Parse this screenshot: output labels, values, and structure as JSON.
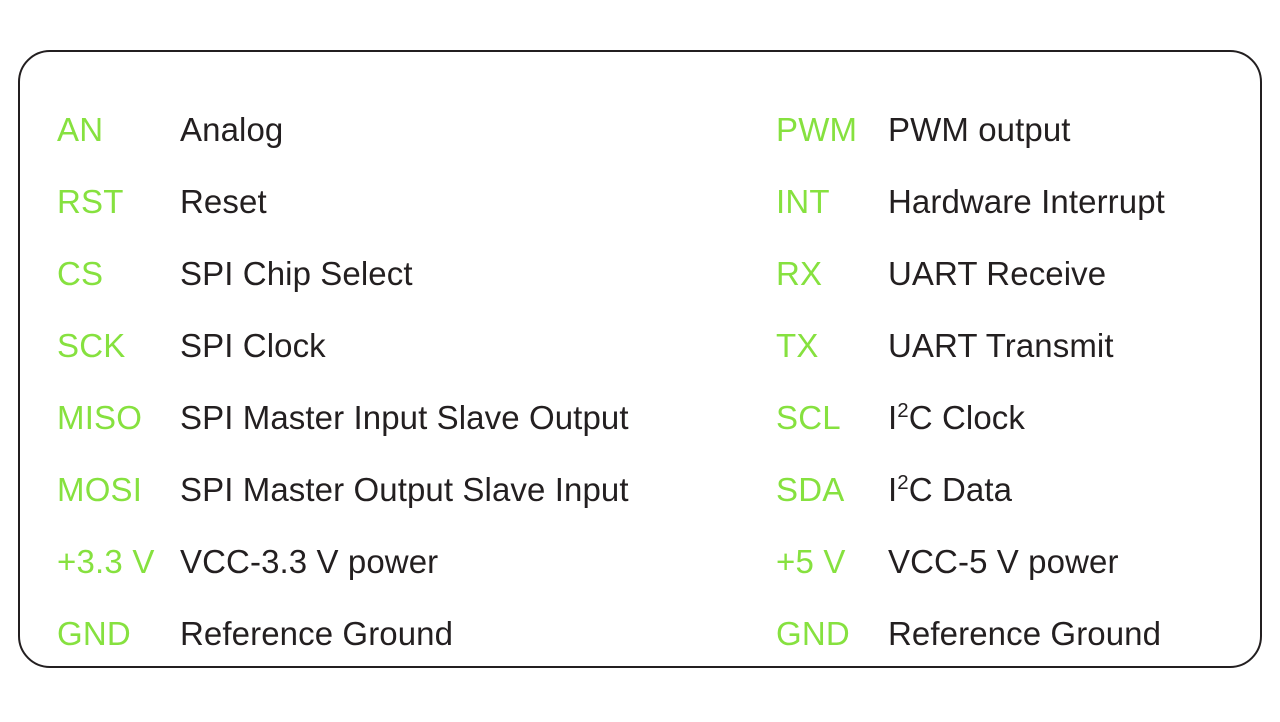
{
  "card": {
    "accent_color": "#86e13f",
    "text_color": "#231f20",
    "border_color": "#231f20",
    "background_color": "#ffffff"
  },
  "columns": [
    {
      "id": "left",
      "rows": [
        {
          "pin": "AN",
          "desc": "Analog"
        },
        {
          "pin": "RST",
          "desc": "Reset"
        },
        {
          "pin": "CS",
          "desc": "SPI Chip Select"
        },
        {
          "pin": "SCK",
          "desc": "SPI Clock"
        },
        {
          "pin": "MISO",
          "desc": "SPI Master Input Slave Output"
        },
        {
          "pin": "MOSI",
          "desc": "SPI Master Output Slave Input"
        },
        {
          "pin": "+3.3 V",
          "desc": "VCC-3.3 V power"
        },
        {
          "pin": "GND",
          "desc": "Reference Ground"
        }
      ]
    },
    {
      "id": "right",
      "rows": [
        {
          "pin": "PWM",
          "desc": "PWM output"
        },
        {
          "pin": "INT",
          "desc": "Hardware Interrupt"
        },
        {
          "pin": "RX",
          "desc": "UART Receive"
        },
        {
          "pin": "TX",
          "desc": "UART Transmit"
        },
        {
          "pin": "SCL",
          "desc_pre": "I",
          "desc_sup": "2",
          "desc_post": "C Clock"
        },
        {
          "pin": "SDA",
          "desc_pre": "I",
          "desc_sup": "2",
          "desc_post": "C Data"
        },
        {
          "pin": "+5 V",
          "desc": "VCC-5 V power"
        },
        {
          "pin": "GND",
          "desc": "Reference Ground"
        }
      ]
    }
  ]
}
